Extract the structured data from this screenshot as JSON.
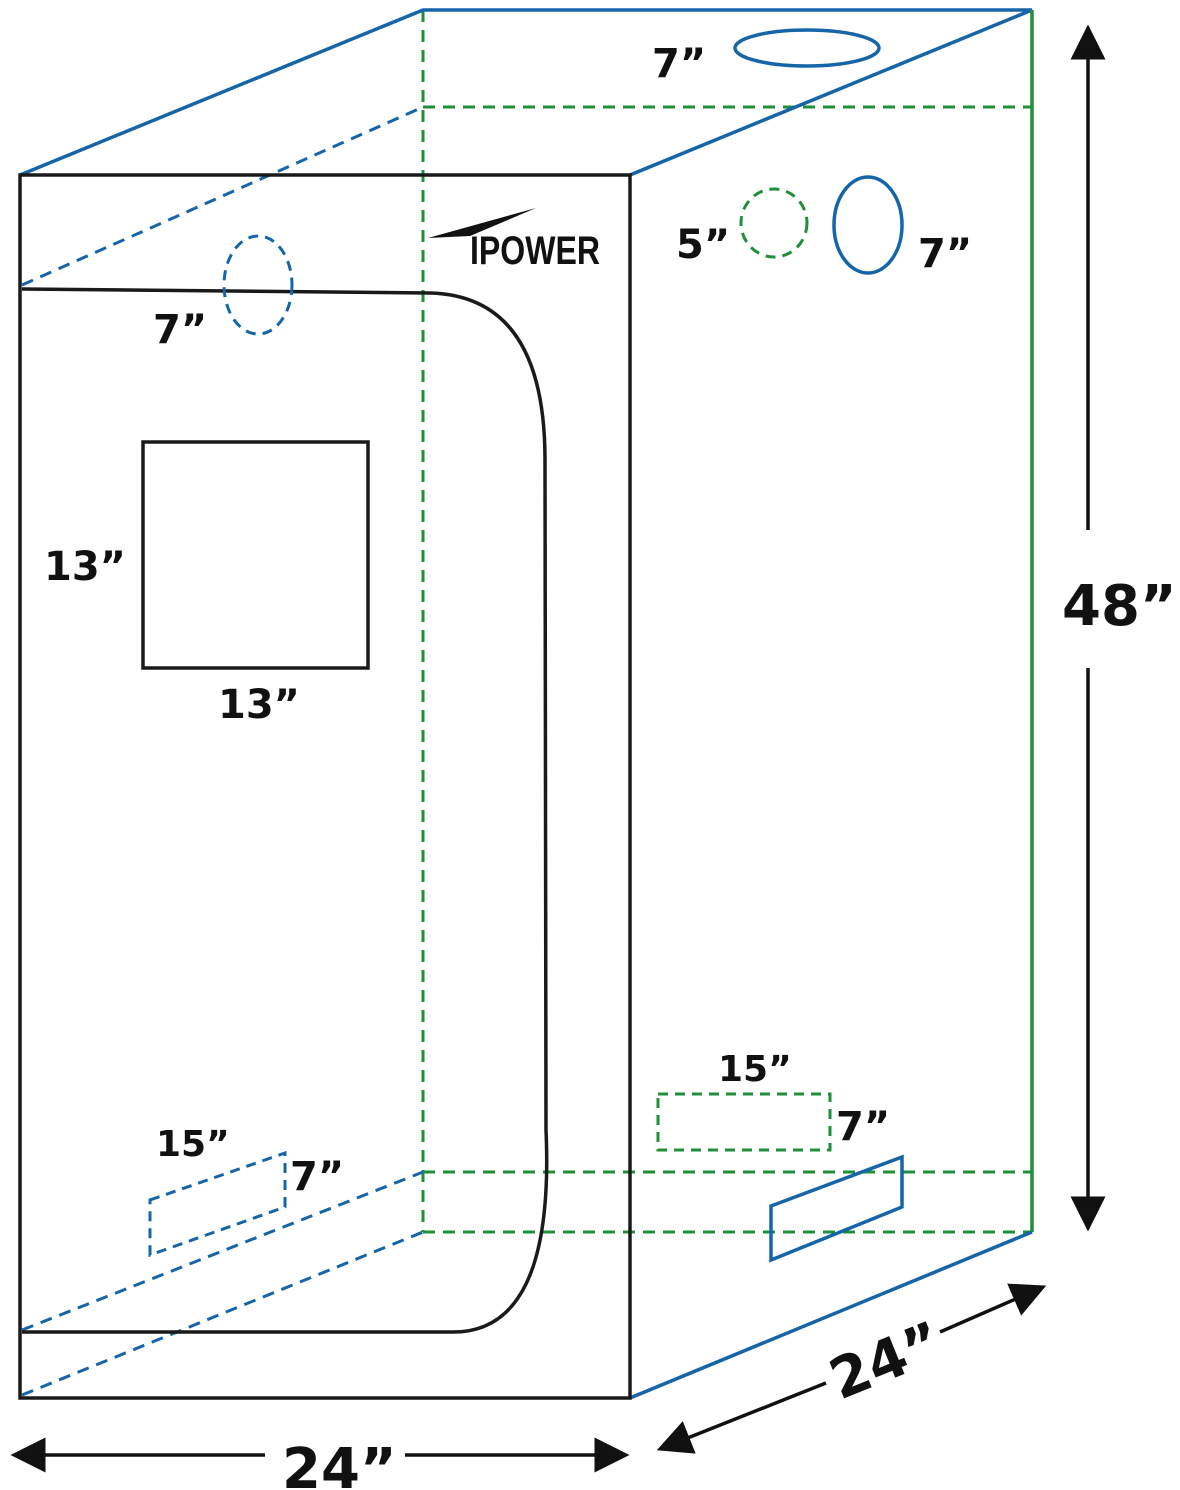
{
  "colors": {
    "outline": "#1a1a1a",
    "blue": "#1565a8",
    "green": "#1f8f3a",
    "text": "#111111"
  },
  "brand": {
    "logo_text": "IPOWER"
  },
  "labels": {
    "tent_height": "48”",
    "tent_width": "24”",
    "tent_depth": "24”",
    "window_height": "13”",
    "window_width": "13”",
    "front_vent_size": "7”",
    "top_vent_size": "7”",
    "side_small_vent_size": "5”",
    "side_large_vent_size": "7”",
    "side_window_width": "15”",
    "side_window_height": "7”",
    "front_window_width": "15”",
    "front_window_height": "7”"
  }
}
